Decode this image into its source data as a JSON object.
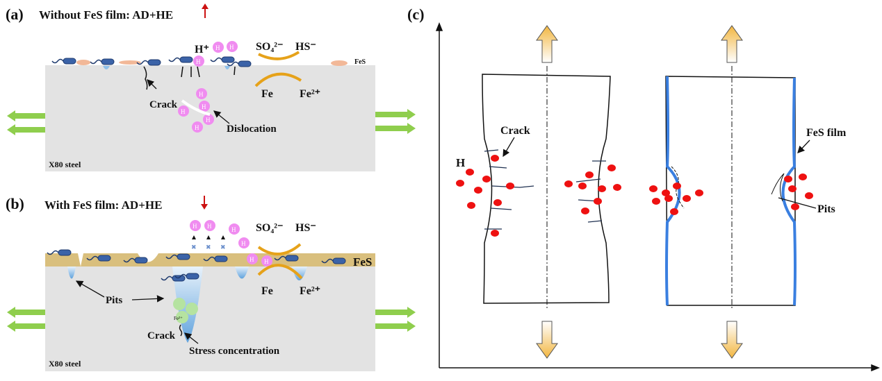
{
  "panel_a": {
    "label": "(a)",
    "title": "Without FeS film: AD+HE",
    "trend": "up",
    "h_plus": "H⁺",
    "sulfate": "SO₄²⁻",
    "bisulfide": "HS⁻",
    "fes": "FeS",
    "fe": "Fe",
    "fe2": "Fe²⁺",
    "crack": "Crack",
    "dislocation": "Dislocation",
    "material": "X80 steel",
    "h_atom": "H⁰"
  },
  "panel_b": {
    "label": "(b)",
    "title": "With FeS film: AD+HE",
    "trend": "down",
    "sulfate": "SO₄²⁻",
    "bisulfide": "HS⁻",
    "fes": "FeS",
    "fe": "Fe",
    "fe2": "Fe²⁺",
    "pits": "Pits",
    "crack": "Crack",
    "stress": "Stress concentration",
    "material": "X80 steel",
    "h_atom": "H⁰",
    "fe_ion": "Fe²⁺"
  },
  "panel_c": {
    "label": "(c)",
    "crack": "Crack",
    "h": "H",
    "fes_film": "FeS film",
    "pits": "Pits"
  },
  "colors": {
    "steel": "#e3e3e3",
    "fes_layer": "#d9bf7d",
    "hydrogen": "#f08cf0",
    "bacteria": "#3b63a8",
    "tension_arrow": "#8fce4d",
    "red_arrow": "#cc1111",
    "h_dot": "#ee1111",
    "film_line": "#3a7fe0",
    "load_arrow": "#f2b640"
  }
}
